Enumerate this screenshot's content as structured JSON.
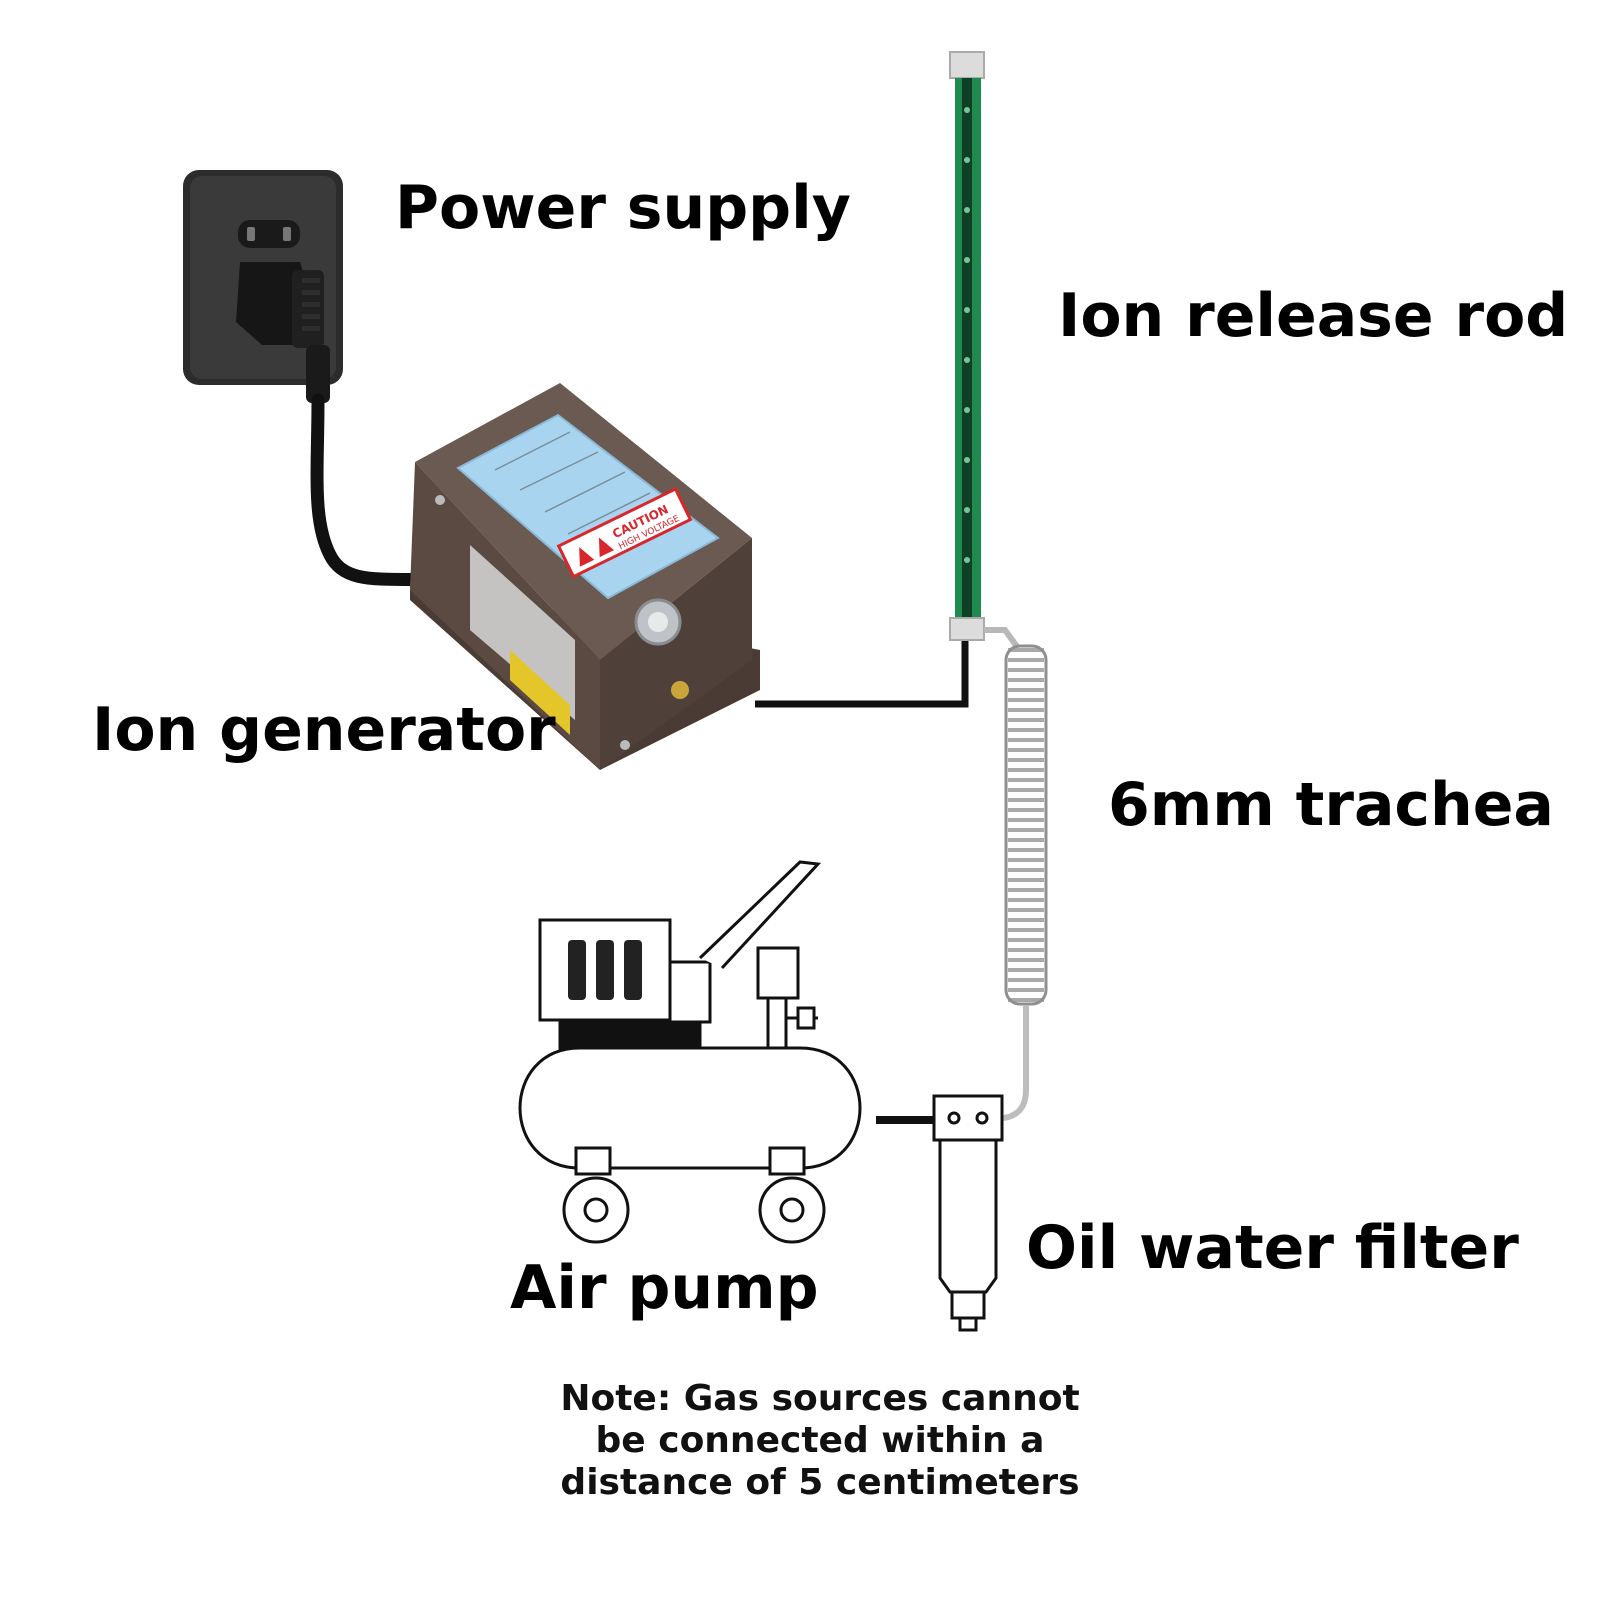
{
  "labels": {
    "power_supply": "Power supply",
    "ion_release_rod": "Ion release rod",
    "ion_generator": "Ion generator",
    "trachea": "6mm trachea",
    "air_pump": "Air pump",
    "oil_water_filter": "Oil water filter"
  },
  "note_lines": [
    "Note: Gas sources cannot",
    "be connected within a",
    "distance of 5 centimeters"
  ],
  "device_panel": {
    "caution_title": "CAUTION",
    "caution_sub": "HIGH VOLTAGE"
  },
  "colors": {
    "generator_body": "#5e4c44",
    "generator_panel": "#a8d4ef",
    "caution": "#d9262b",
    "rod_green": "#1f8a4f",
    "socket": "#2b2b2b",
    "cable": "#111111",
    "hose": "#b8b8b8"
  },
  "icons": [
    "wall-socket-icon",
    "plug-icon",
    "warning-triangle-icon",
    "high-voltage-icon"
  ]
}
